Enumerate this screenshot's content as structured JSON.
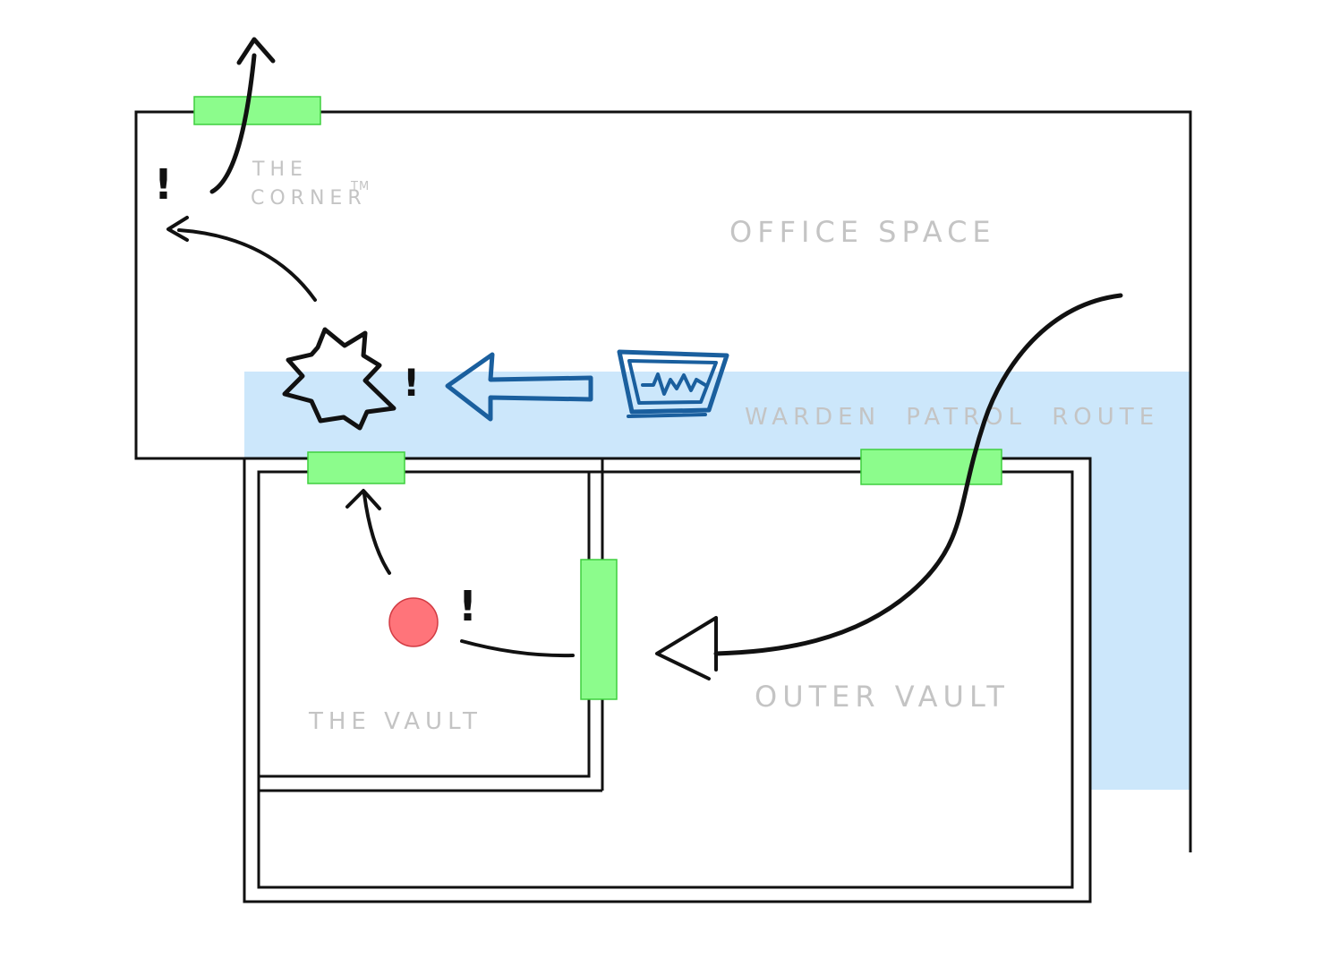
{
  "labels": {
    "the_corner_line1": "THE",
    "the_corner_line2": "CORNER",
    "the_corner_tm": "TM",
    "office_space": "OFFICE SPACE",
    "warden_patrol_route": "WARDEN PATROL ROUTE",
    "outer_vault": "OUTER VAULT",
    "the_vault": "THE VAULT"
  },
  "alerts": {
    "corner": "!",
    "explosion": "!",
    "vault": "!"
  },
  "colors": {
    "patrol_route": "#cce7fb",
    "doors": "#8cfc8c",
    "intruder": "#ff747a",
    "warden_ink": "#1a5f9e",
    "walls": "#111111",
    "labels": "#c4c4c4"
  },
  "icons": [
    "warden-monitor-icon",
    "explosion-icon",
    "intruder-marker"
  ]
}
